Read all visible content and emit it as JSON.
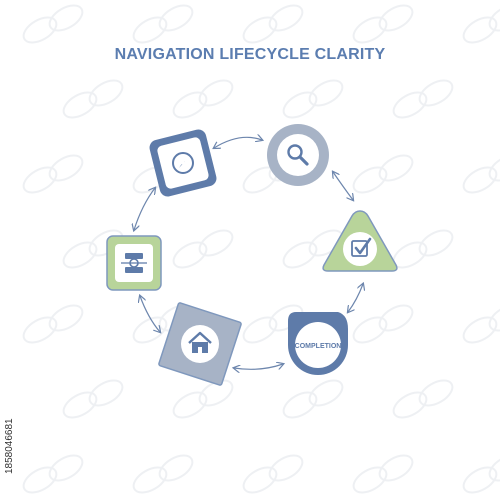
{
  "title": "NAVIGATION LIFECYCLE CLARITY",
  "colors": {
    "title": "#5b7db0",
    "dark_blue": "#5e7ba9",
    "mid_blue": "#7f98bd",
    "grey": "#a7b3c6",
    "green": "#b8d49a",
    "white": "#ffffff",
    "arrow": "#6d86ad",
    "watermark": "#eef0f3"
  },
  "nodes": [
    {
      "id": "compass",
      "icon": "compass-icon"
    },
    {
      "id": "search",
      "icon": "magnifier-icon"
    },
    {
      "id": "check",
      "icon": "checkbox-check-icon"
    },
    {
      "id": "completion",
      "icon": "none",
      "label": "COMPLETION"
    },
    {
      "id": "home",
      "icon": "house-icon"
    },
    {
      "id": "transfer",
      "icon": "transfer-icon"
    }
  ],
  "stock_id": "1858046681"
}
